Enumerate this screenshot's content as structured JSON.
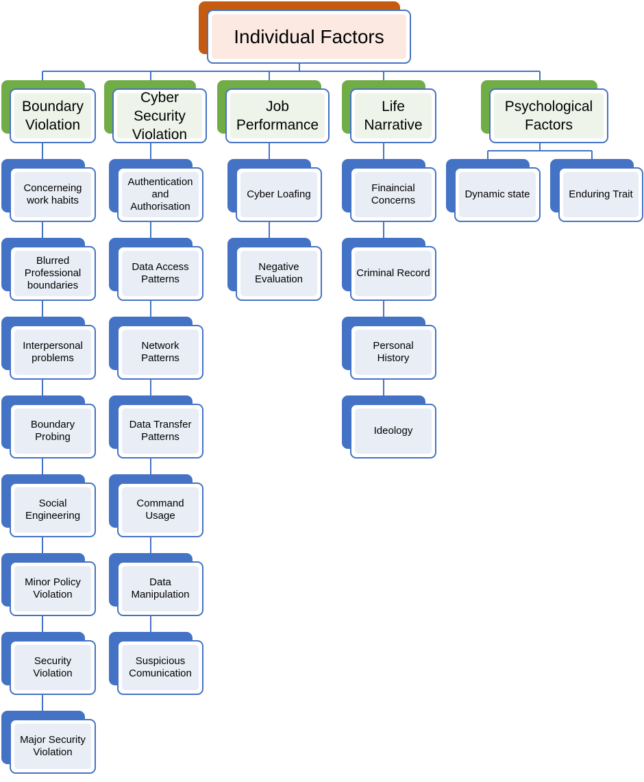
{
  "root": {
    "label": "Individual Factors"
  },
  "categories": [
    {
      "label": "Boundary\nViolation",
      "items": [
        "Concerneing\nwork habits",
        "Blurred\nProfessional\nboundaries",
        "Interpersonal\nproblems",
        "Boundary\nProbing",
        "Social\nEngineering",
        "Minor Policy\nViolation",
        "Security\nViolation",
        "Major Security\nViolation"
      ]
    },
    {
      "label": "Cyber\nSecurity\nViolation",
      "items": [
        "Authentication\nand\nAuthorisation",
        "Data Access\nPatterns",
        "Network\nPatterns",
        "Data Transfer\nPatterns",
        "Command\nUsage",
        "Data\nManipulation",
        "Suspicious\nComunication"
      ]
    },
    {
      "label": "Job\nPerformance",
      "items": [
        "Cyber Loafing",
        "Negative\nEvaluation"
      ]
    },
    {
      "label": "Life\nNarrative",
      "items": [
        "Finaincial\nConcerns",
        "Criminal Record",
        "Personal\nHistory",
        "Ideology"
      ]
    },
    {
      "label": "Psychological\nFactors",
      "items": [
        "Dynamic state",
        "Enduring Trait"
      ]
    }
  ],
  "colors": {
    "root_back": "#c55a11",
    "category_back": "#70ad47",
    "item_back": "#4472c4",
    "border": "#4472c4"
  }
}
